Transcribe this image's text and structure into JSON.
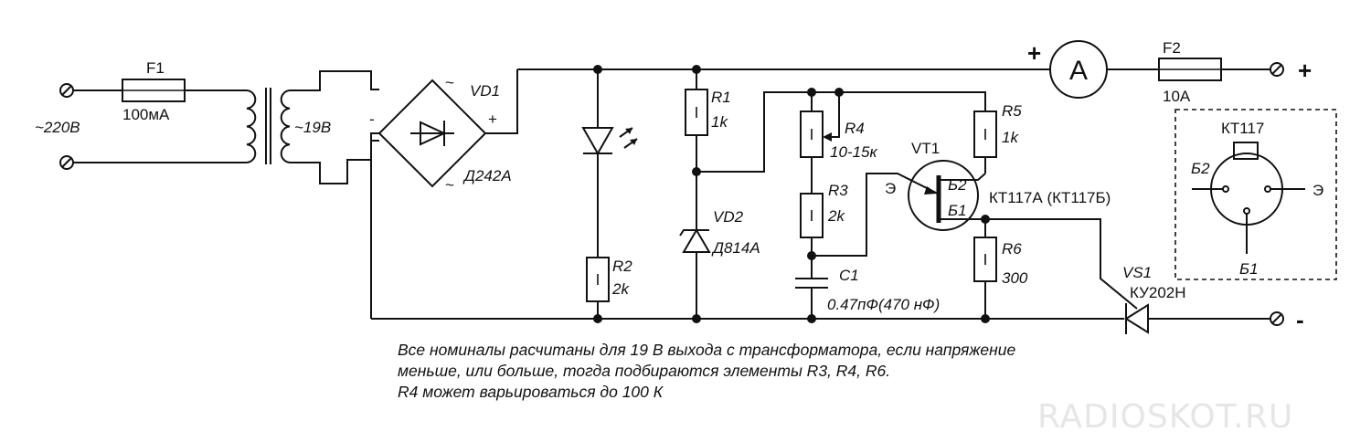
{
  "labels": {
    "f1": "F1",
    "f1_value": "100мА",
    "mains": "~220В",
    "secondary": "~19В",
    "vd1": "VD1",
    "vd1_part": "Д242А",
    "bridge_minus": "-",
    "bridge_plus": "+",
    "r1": "R1",
    "r1_value": "1k",
    "r2": "R2",
    "r2_value": "2k",
    "vd2": "VD2",
    "vd2_part": "Д814А",
    "r4": "R4",
    "r4_value": "10-15к",
    "r3": "R3",
    "r3_value": "2k",
    "c1": "C1",
    "c1_value": "0.47пФ(470 нФ)",
    "vt1": "VT1",
    "vt1_part": "КТ117А (КТ117Б)",
    "emitter": "Э",
    "base2": "Б2",
    "base1": "Б1",
    "r5": "R5",
    "r5_value": "1k",
    "r6": "R6",
    "r6_value": "300",
    "vs1": "VS1",
    "vs1_part": "КУ202Н",
    "ammeter": "A",
    "ammeter_plus": "+",
    "f2": "F2",
    "f2_value": "10А",
    "out_plus": "+",
    "out_minus": "-"
  },
  "pinout": {
    "title": "КТ117",
    "b2": "Б2",
    "e": "Э",
    "b1": "Б1"
  },
  "notes": [
    "Все номиналы расчитаны для 19 В выхода с трансформатора, если напряжение",
    "меньше, или больше, тогда подбираются элементы R3, R4, R6.",
    "R4 может варьироваться до 100 К"
  ],
  "watermark": "RADIOSKOT.RU"
}
